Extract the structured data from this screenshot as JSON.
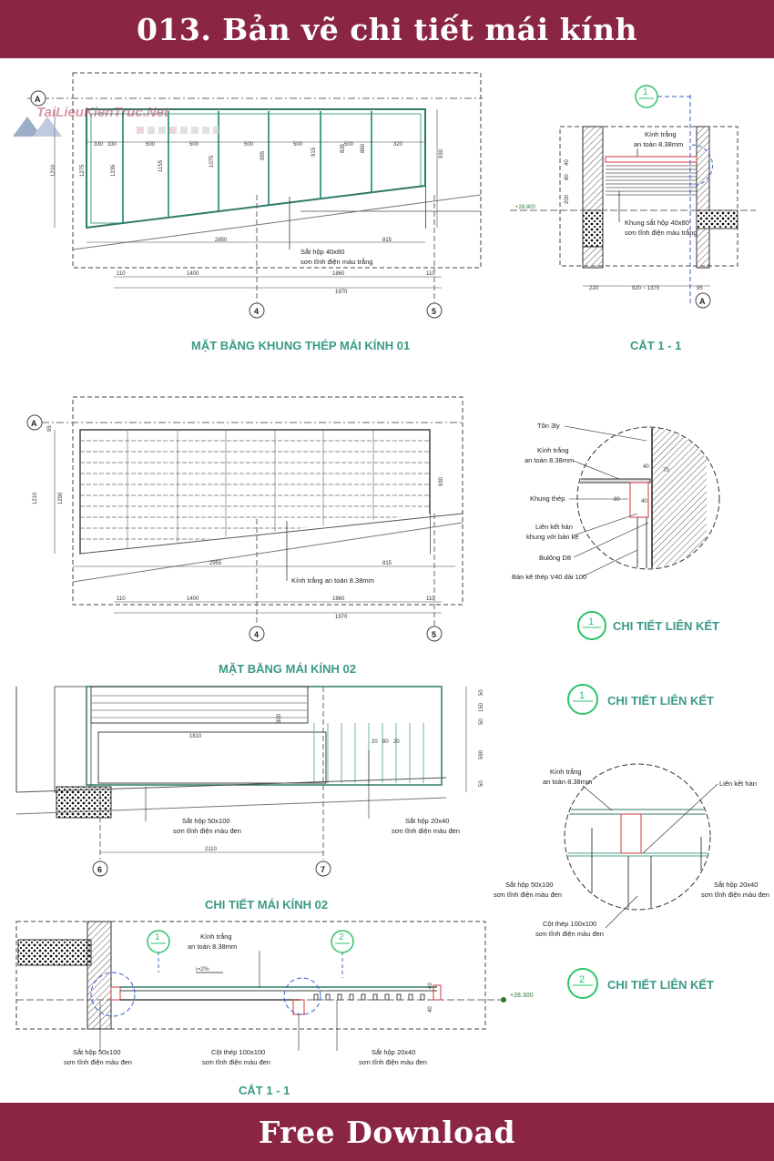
{
  "banner": {
    "title": "013. Bản vẽ chi tiết mái kính",
    "footer": "Free Download"
  },
  "watermark": {
    "text": "TaiLieuKienTruc.Net"
  },
  "plan1": {
    "title": "MẶT BẰNG KHUNG THÉP MÁI KÍNH 01",
    "axis_a": "A",
    "axis_4": "4",
    "axis_5": "5",
    "top_dims": [
      "330",
      "330",
      "500",
      "500",
      "500",
      "500",
      "500",
      "320"
    ],
    "left_dims": [
      "1210",
      "1275",
      "1235",
      "1155",
      "1075"
    ],
    "right_dim": "930",
    "mid_dims": [
      "995",
      "915",
      "835",
      "860"
    ],
    "dim_2850": "2850",
    "dim_815": "815",
    "bottom_dims": [
      "110",
      "1400",
      "1860",
      "110"
    ],
    "dim_total": "1970",
    "note1": "Sắt hộp 40x80",
    "note2": "sơn tĩnh điện màu trắng"
  },
  "section1": {
    "title": "CẮT 1 - 1",
    "marker": "1",
    "axis": "A",
    "note_glass1": "Kính trắng",
    "note_glass2": "an toàn 8.38mm",
    "note_frame1": "Khung sắt hộp 40x80",
    "note_frame2": "sơn tĩnh điện màu trắng",
    "level": "+28.800",
    "dims": [
      "40",
      "80",
      "200"
    ],
    "bottom_dims": [
      "220",
      "920 ~ 1375",
      "95"
    ]
  },
  "plan2": {
    "title": "MẶT BẰNG MÁI KÍNH 02",
    "axis_a": "A",
    "axis_4": "4",
    "axis_5": "5",
    "left_dims": [
      "1210",
      "1290"
    ],
    "right_dim": "930",
    "top_dim": "95",
    "dim_2955": "2955",
    "dim_815": "815",
    "bottom_dims": [
      "110",
      "1400",
      "1860",
      "110"
    ],
    "dim_total": "1970",
    "note": "Kính trắng an toàn 8.38mm"
  },
  "detail1": {
    "marker": "1",
    "title": "CHI TIẾT LIÊN KẾT",
    "labels": [
      "Tôn 3ly",
      "Kính trắng",
      "an toàn 8.38mm",
      "Khung thép",
      "Liên kết hàn",
      "khung với bản kê",
      "Bulông D8",
      "Bản kê thép V40 dài 100"
    ],
    "dims": [
      "40",
      "70",
      "80",
      "40"
    ]
  },
  "detail_roof2": {
    "title": "CHI TIẾT MÁI KÍNH 02",
    "axis_6": "6",
    "axis_7": "7",
    "dims": [
      "1810",
      "300",
      "20",
      "80",
      "20",
      "2110"
    ],
    "side_dims": [
      "50",
      "150",
      "50",
      "590",
      "50"
    ],
    "note1a": "Sắt hộp 50x100",
    "note1b": "sơn tĩnh điện màu đen",
    "note2a": "Sắt hộp 20x40",
    "note2b": "sơn tĩnh điện màu đen"
  },
  "detail1b": {
    "marker": "1",
    "title": "CHI TIẾT LIÊN KẾT",
    "glass1": "Kính trắng",
    "glass2": "an toàn 8.38mm",
    "weld": "Liên kết hàn",
    "left1": "Sắt hộp 50x100",
    "left2": "sơn tĩnh điện màu đen",
    "right1": "Sắt hộp 20x40",
    "right2": "sơn tĩnh điện màu đen",
    "col1": "Cột thép 100x100",
    "col2": "sơn tĩnh điện màu đen"
  },
  "section2": {
    "title": "CẮT 1 - 1",
    "marker1": "1",
    "marker2": "2",
    "glass1": "Kính trắng",
    "glass2": "an toàn 8.38mm",
    "slope": "i=2%",
    "level": "+28.300",
    "dims": [
      "40",
      "40"
    ],
    "note1a": "Sắt hộp 50x100",
    "note1b": "sơn tĩnh điện màu đen",
    "note2a": "Cột thép 100x100",
    "note2b": "sơn tĩnh điện màu đen",
    "note3a": "Sắt hộp 20x40",
    "note3b": "sơn tĩnh điện màu đen"
  },
  "detail2": {
    "marker": "2",
    "title": "CHI TIẾT LIÊN KẾT"
  },
  "colors": {
    "banner": "#8a2643",
    "heading": "#3a9a86",
    "marker": "#2ec46a",
    "leader": "#d23a3a"
  }
}
